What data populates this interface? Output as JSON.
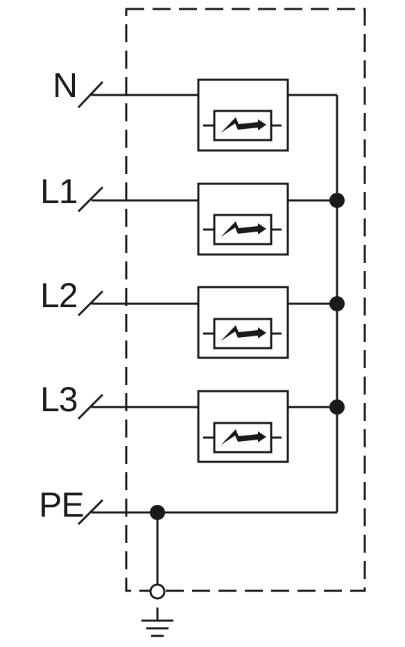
{
  "diagram": {
    "lines": [
      {
        "id": "n",
        "label": "N"
      },
      {
        "id": "l1",
        "label": "L1"
      },
      {
        "id": "l2",
        "label": "L2"
      },
      {
        "id": "l3",
        "label": "L3"
      },
      {
        "id": "pe",
        "label": "PE"
      }
    ],
    "protected_lines": [
      "N",
      "L1",
      "L2",
      "L3"
    ],
    "surge_protection_modules": 4,
    "earth_symbol": "ground-icon",
    "ink_color": "#1a1a1a",
    "background_color": "#ffffff"
  }
}
